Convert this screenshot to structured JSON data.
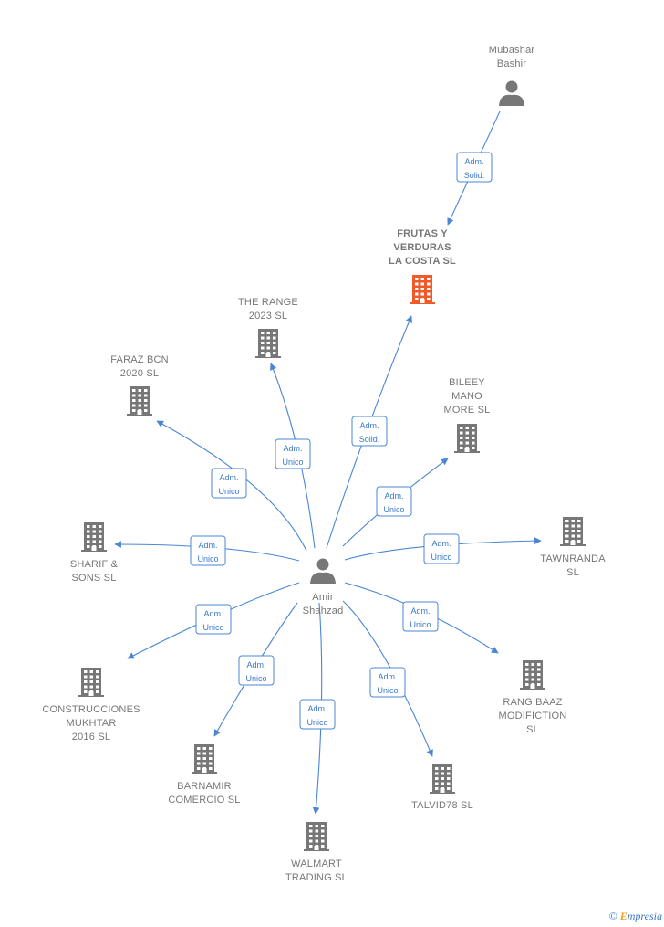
{
  "colors": {
    "edge": "#4a86d4",
    "node_default": "#777777",
    "node_focus": "#f05a28"
  },
  "people": [
    {
      "id": "mubashar",
      "label": [
        "Mubashar",
        "Bashir"
      ],
      "icon": "person-icon"
    },
    {
      "id": "amir",
      "label": [
        "Amir",
        "Shahzad"
      ],
      "icon": "person-icon"
    }
  ],
  "companies": [
    {
      "id": "frutas",
      "label": [
        "FRUTAS Y",
        "VERDURAS",
        "LA COSTA  SL"
      ],
      "focus": true,
      "icon": "building-icon"
    },
    {
      "id": "therange",
      "label": [
        "THE RANGE",
        "2023  SL"
      ],
      "icon": "building-icon"
    },
    {
      "id": "faraz",
      "label": [
        "FARAZ BCN",
        "2020  SL"
      ],
      "icon": "building-icon"
    },
    {
      "id": "bileey",
      "label": [
        "BILEEY",
        "MANO",
        "MORE  SL"
      ],
      "icon": "building-icon"
    },
    {
      "id": "sharif",
      "label": [
        "SHARIF &",
        "SONS  SL"
      ],
      "icon": "building-icon"
    },
    {
      "id": "tawnranda",
      "label": [
        "TAWNRANDA",
        "SL"
      ],
      "icon": "building-icon"
    },
    {
      "id": "construcciones",
      "label": [
        "CONSTRUCCIONES",
        "MUKHTAR",
        "2016  SL"
      ],
      "icon": "building-icon"
    },
    {
      "id": "rangbaaz",
      "label": [
        "RANG BAAZ",
        "MODIFICTION",
        "SL"
      ],
      "icon": "building-icon"
    },
    {
      "id": "barnamir",
      "label": [
        "BARNAMIR",
        "COMERCIO  SL"
      ],
      "icon": "building-icon"
    },
    {
      "id": "talvid",
      "label": [
        "TALVID78  SL"
      ],
      "icon": "building-icon"
    },
    {
      "id": "walmart",
      "label": [
        "WALMART",
        "TRADING  SL"
      ],
      "icon": "building-icon"
    }
  ],
  "edges": [
    {
      "from": "mubashar",
      "to": "frutas",
      "label": [
        "Adm.",
        "Solid."
      ]
    },
    {
      "from": "amir",
      "to": "frutas",
      "label": [
        "Adm.",
        "Solid."
      ]
    },
    {
      "from": "amir",
      "to": "therange",
      "label": [
        "Adm.",
        "Unico"
      ]
    },
    {
      "from": "amir",
      "to": "faraz",
      "label": [
        "Adm.",
        "Unico"
      ]
    },
    {
      "from": "amir",
      "to": "bileey",
      "label": [
        "Adm.",
        "Unico"
      ]
    },
    {
      "from": "amir",
      "to": "sharif",
      "label": [
        "Adm.",
        "Unico"
      ]
    },
    {
      "from": "amir",
      "to": "tawnranda",
      "label": [
        "Adm.",
        "Unico"
      ]
    },
    {
      "from": "amir",
      "to": "construcciones",
      "label": [
        "Adm.",
        "Unico"
      ]
    },
    {
      "from": "amir",
      "to": "rangbaaz",
      "label": [
        "Adm.",
        "Unico"
      ]
    },
    {
      "from": "amir",
      "to": "barnamir",
      "label": [
        "Adm.",
        "Unico"
      ]
    },
    {
      "from": "amir",
      "to": "talvid",
      "label": [
        "Adm.",
        "Unico"
      ]
    },
    {
      "from": "amir",
      "to": "walmart",
      "label": [
        "Adm.",
        "Unico"
      ]
    }
  ],
  "footer": {
    "copyright": "©",
    "brand_initial": "E",
    "brand_rest": "mpresia"
  }
}
